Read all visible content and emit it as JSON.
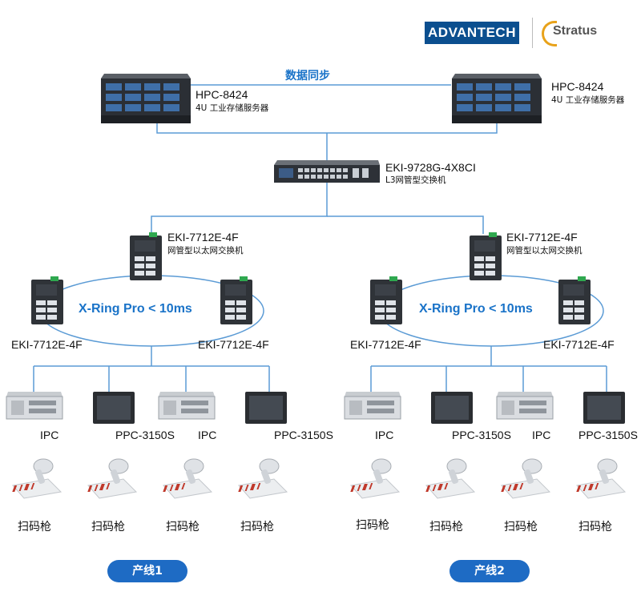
{
  "brand": {
    "advantech": "ADVANTECH",
    "stratus": "Stratus"
  },
  "sync_label": "数据同步",
  "servers": [
    {
      "model": "HPC-8424",
      "desc": "4U 工业存储服务器"
    },
    {
      "model": "HPC-8424",
      "desc": "4U 工业存储服务器"
    }
  ],
  "core_switch": {
    "model": "EKI-9728G-4X8CI",
    "desc": "L3网管型交换机"
  },
  "lines": [
    {
      "top_switch": {
        "model": "EKI-7712E-4F",
        "desc": "网管型以太网交换机"
      },
      "ring_label": "X-Ring Pro < 10ms",
      "left_switch": "EKI-7712E-4F",
      "right_switch": "EKI-7712E-4F",
      "devices": [
        "IPC",
        "PPC-3150S",
        "IPC",
        "PPC-3150S"
      ],
      "scanners": [
        "扫码枪",
        "扫码枪",
        "扫码枪",
        "扫码枪"
      ],
      "name": "产线1"
    },
    {
      "top_switch": {
        "model": "EKI-7712E-4F",
        "desc": "网管型以太网交换机"
      },
      "ring_label": "X-Ring Pro < 10ms",
      "left_switch": "EKI-7712E-4F",
      "right_switch": "EKI-7712E-4F",
      "devices": [
        "IPC",
        "PPC-3150S",
        "IPC",
        "PPC-3150S"
      ],
      "scanners": [
        "扫码枪",
        "扫码枪",
        "扫码枪",
        "扫码枪"
      ],
      "name": "产线2"
    }
  ],
  "colors": {
    "link": "#5b9bd5",
    "accent": "#1a73c8",
    "pill": "#1e6bc4",
    "brand": "#0b4f8f"
  }
}
